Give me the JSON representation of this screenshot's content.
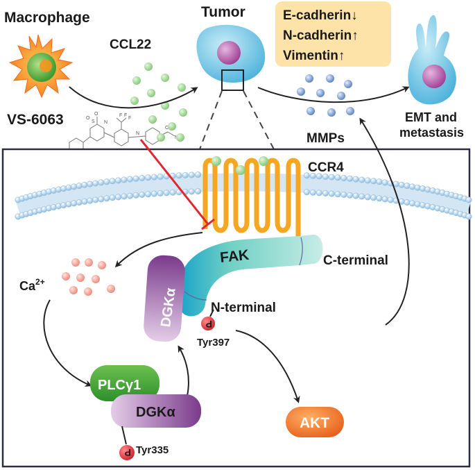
{
  "labels": {
    "macrophage": "Macrophage",
    "ccl22": "CCL22",
    "tumor": "Tumor",
    "vs6063": "VS-6063",
    "emt": [
      "E-cadherin↓",
      "N-cadherin↑",
      "Vimentin↑"
    ],
    "mmps": "MMPs",
    "emt_metastasis": [
      "EMT and",
      "metastasis"
    ],
    "ccr4": "CCR4",
    "fak": "FAK",
    "c_terminal": "C-terminal",
    "n_terminal": "N-terminal",
    "dgka": "DGKα",
    "ca_base": "Ca",
    "ca_sup": "2+",
    "tyr397": "Tyr397",
    "tyr335": "Tyr335",
    "p": "P",
    "plcg1": "PLCγ1",
    "akt": "AKT"
  },
  "colors": {
    "macrophage": "#f7941d",
    "macrophage_nucleus": "#5cb646",
    "tumor": "#7ac8e4",
    "tumor_nucleus": "#b14fa0",
    "ccr4": "#f5a623",
    "fak": "#6fd0c4",
    "dgka": "#8e4f9e",
    "plcg1": "#5cb646",
    "akt": "#f26522",
    "phospho": "#e0262f",
    "inhibition": "#e0262f",
    "ccl22_dots": "#a6d99b",
    "mmp_dots": "#8fb0dd",
    "ca_dots": "#f7a99e",
    "emt_box": "#fde3a7",
    "membrane": "#b9d8ec"
  },
  "icons": [
    "macrophage-icon",
    "tumor-cell-icon",
    "metastatic-cell-icon",
    "vs6063-structure-icon",
    "zoom-box-icon"
  ]
}
